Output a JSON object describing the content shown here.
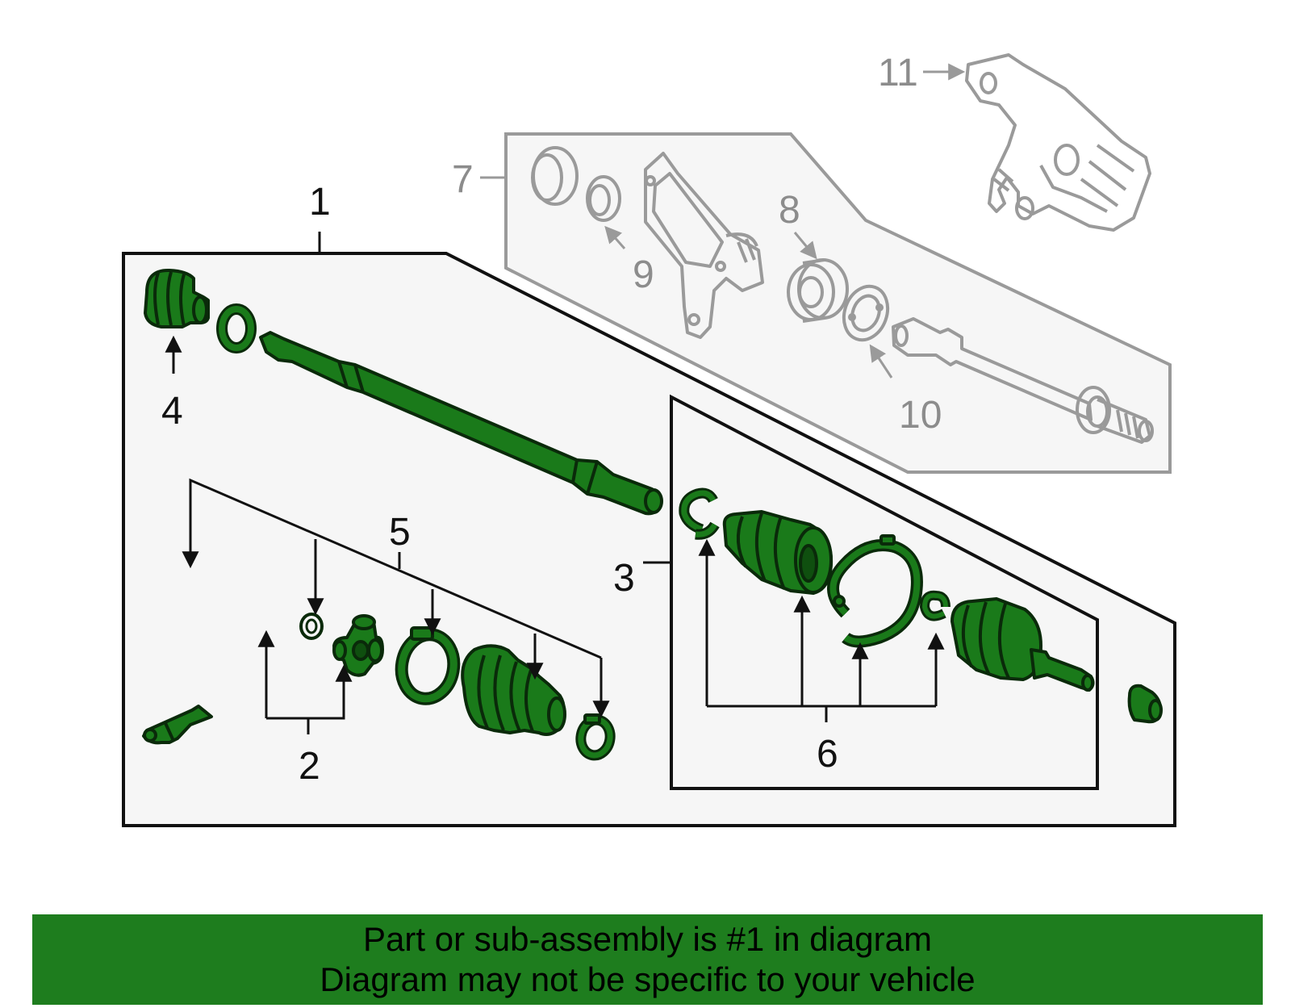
{
  "colors": {
    "part_fill": "#1a7a1a",
    "part_stroke": "#0a2a0a",
    "aux_stroke": "#9a9a9a",
    "panel_fill": "#f6f6f6",
    "banner_bg": "#1e7d1e",
    "banner_text": "#000000"
  },
  "callouts": {
    "c1": "1",
    "c2": "2",
    "c3": "3",
    "c4": "4",
    "c5": "5",
    "c6": "6",
    "c7": "7",
    "c8": "8",
    "c9": "9",
    "c10": "10",
    "c11": "11"
  },
  "banner": {
    "line1": "Part or sub-assembly is #1 in diagram",
    "line2": "Diagram may not be specific to your vehicle"
  }
}
